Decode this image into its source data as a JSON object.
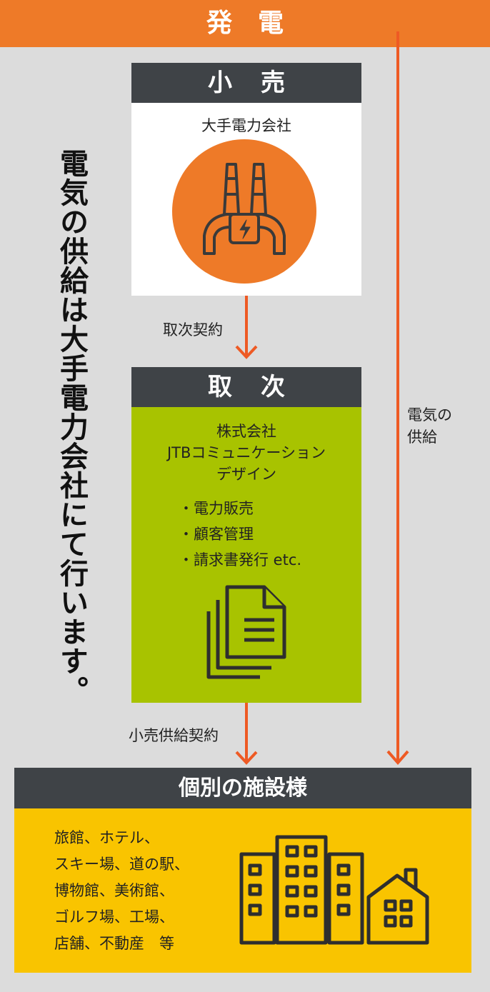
{
  "generation": {
    "label": "発電"
  },
  "retail": {
    "header": "小売",
    "company": "大手電力会社"
  },
  "vertical_note": "電気の供給は大手電力会社にて行います。",
  "arrow_labels": {
    "agency_contract": "取次契約",
    "retail_supply_contract": "小売供給契約",
    "supply_line1": "電気の",
    "supply_line2": "供給"
  },
  "agency": {
    "header": "取次",
    "company_line1": "株式会社",
    "company_line2": "JTBコミュニケーション",
    "company_line3": "デザイン",
    "services": [
      "・電力販売",
      "・顧客管理",
      "・請求書発行 etc."
    ]
  },
  "facility": {
    "header": "個別の施設様",
    "lines": [
      "旅館、ホテル、",
      "スキー場、道の駅、",
      "博物館、美術館、",
      "ゴルフ場、工場、",
      "店舗、不動産　等"
    ]
  },
  "colors": {
    "orange": "#ee7a28",
    "dark": "#3f4347",
    "green": "#a8c300",
    "yellow": "#f9c400",
    "gray": "#dcdcdc"
  },
  "icons": [
    "power-plant-icon",
    "documents-icon",
    "buildings-icon",
    "house-icon"
  ]
}
